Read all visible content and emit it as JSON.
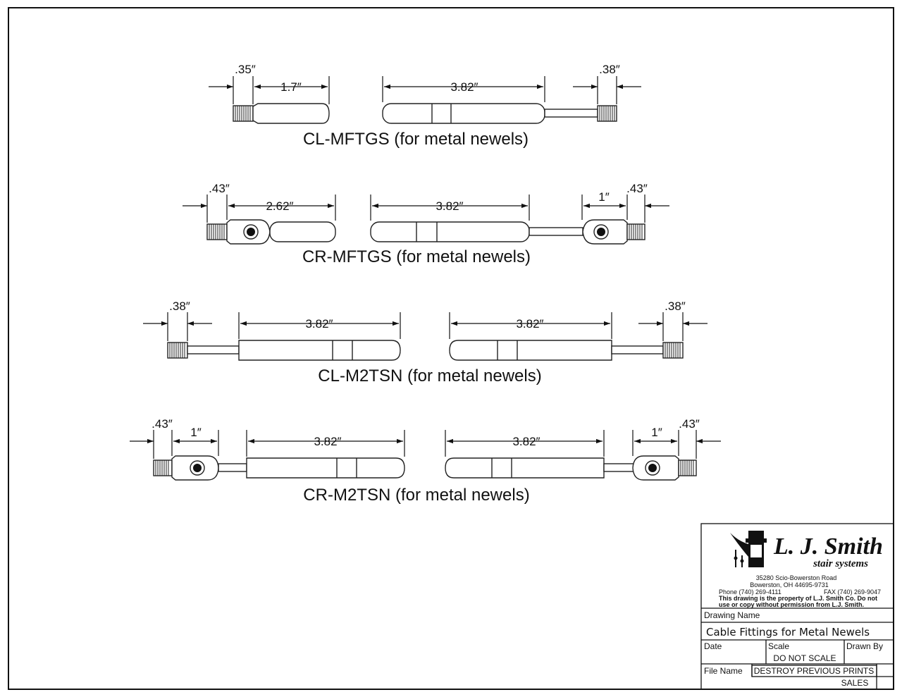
{
  "drawing": {
    "parts": [
      {
        "label": "CL-MFTGS (for metal newels)",
        "dims": {
          "left_thread": ".35″",
          "left_body": "1.7″",
          "right_body": "3.82″",
          "right_thread": ".38″"
        }
      },
      {
        "label": "CR-MFTGS (for metal newels)",
        "dims": {
          "left_thread": ".43″",
          "left_body": "2.62″",
          "right_body": "3.82″",
          "right_joint": "1″",
          "right_thread": ".43″"
        }
      },
      {
        "label": "CL-M2TSN (for metal newels)",
        "dims": {
          "left_thread": ".38″",
          "left_body": "3.82″",
          "right_body": "3.82″",
          "right_thread": ".38″"
        }
      },
      {
        "label": "CR-M2TSN (for metal newels)",
        "dims": {
          "left_thread": ".43″",
          "left_joint": "1″",
          "left_body": "3.82″",
          "right_body": "3.82″",
          "right_joint": "1″",
          "right_thread": ".43″"
        }
      }
    ]
  },
  "title_block": {
    "company": "L. J. Smith",
    "tagline": "stair systems",
    "address_1": "35280 Scio-Bowerston Road",
    "address_2": "Bowerston, OH 44695-9731",
    "phone": "Phone (740) 269-4111",
    "fax": "FAX (740) 269-9047",
    "notice_1": "This drawing is the property of L.J. Smith Co. Do not",
    "notice_2": "use or copy without permission from L.J. Smith.",
    "drawing_name_label": "Drawing Name",
    "drawing_name": "Cable Fittings for Metal Newels",
    "date_label": "Date",
    "scale_label": "Scale",
    "scale_value": "DO NOT SCALE",
    "drawn_by_label": "Drawn By",
    "file_name_label": "File Name",
    "file_name_value": "DESTROY PREVIOUS PRINTS",
    "dept": "SALES"
  }
}
